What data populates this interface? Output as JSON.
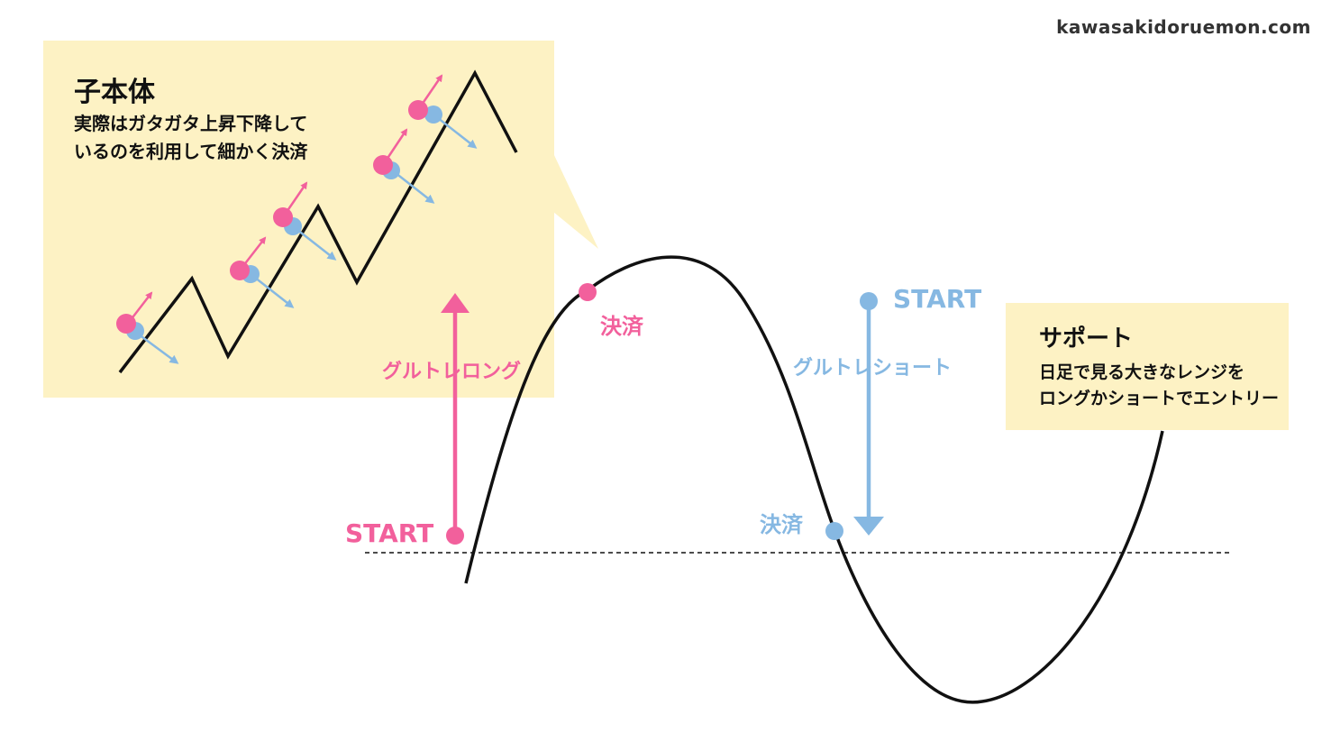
{
  "site": "kawasakidoruemon.com",
  "child": {
    "title": "子本体",
    "desc_line1": "実際はガタガタ上昇下降して",
    "desc_line2": "いるのを利用して細かく決済"
  },
  "long": {
    "start": "START",
    "label": "グルトレロング",
    "settle": "決済"
  },
  "short": {
    "start": "START",
    "label": "グルトレショート",
    "settle": "決済"
  },
  "support": {
    "title": "サポート",
    "desc_line1": "日足で見る大きなレンジを",
    "desc_line2": "ロングかショートでエントリー"
  },
  "colors": {
    "long": "#f2609c",
    "short": "#86b8e2",
    "box": "#fdf2c4",
    "line": "#111111"
  }
}
